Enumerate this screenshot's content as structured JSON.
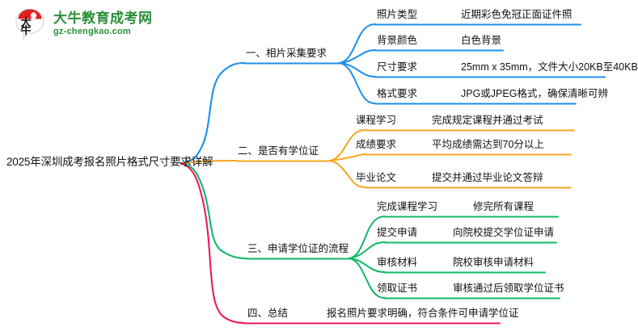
{
  "logo": {
    "mark_name": "daniu-logo-mark",
    "mark_char": "大牛",
    "brand_cn": "大牛教育成考网",
    "brand_url": "gz-chengkao.com",
    "brand_color": "#2a8f38",
    "mark_accent": "#e02020"
  },
  "mindmap": {
    "root": {
      "label": "2025年深圳成考报名照片格式尺寸要求详解"
    },
    "branches": [
      {
        "label": "一、相片采集要求",
        "color": "#1e90e8",
        "children": [
          {
            "key": "照片类型",
            "value": "近期彩色免冠正面证件照"
          },
          {
            "key": "背景颜色",
            "value": "白色背景"
          },
          {
            "key": "尺寸要求",
            "value": "25mm x 35mm，文件大小20KB至40KB"
          },
          {
            "key": "格式要求",
            "value": "JPG或JPEG格式，确保清晰可辨"
          }
        ]
      },
      {
        "label": "二、是否有学位证",
        "color": "#f5a623",
        "children": [
          {
            "key": "课程学习",
            "value": "完成规定课程并通过考试"
          },
          {
            "key": "成绩要求",
            "value": "平均成绩需达到70分以上"
          },
          {
            "key": "毕业论文",
            "value": "提交并通过毕业论文答辩"
          }
        ]
      },
      {
        "label": "三、申请学位证的流程",
        "color": "#0eb965",
        "children": [
          {
            "key": "完成课程学习",
            "value": "修完所有课程"
          },
          {
            "key": "提交申请",
            "value": "向院校提交学位证申请"
          },
          {
            "key": "审核材料",
            "value": "院校审核申请材料"
          },
          {
            "key": "领取证书",
            "value": "审核通过后领取学位证书"
          }
        ]
      },
      {
        "label": "四、总结",
        "color": "#ec1a63",
        "children": [
          {
            "key": "",
            "value": "报名照片要求明确，符合条件可申请学位证"
          }
        ]
      }
    ]
  }
}
